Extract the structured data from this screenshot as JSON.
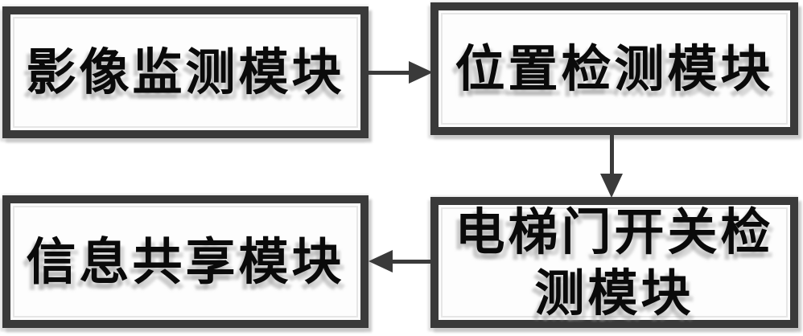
{
  "diagram": {
    "type": "block-flow-diagram",
    "background_color": "#ffffff",
    "box_border_color": "#3a3a3a",
    "text_color": "#0a0a0a",
    "shadow_color": "#c9c9c9",
    "nodes": [
      {
        "id": "image-monitoring",
        "label": "影像监测模块"
      },
      {
        "id": "position-detection",
        "label": "位置检测模块"
      },
      {
        "id": "door-switch-detection",
        "label": "电梯门开关检测模块"
      },
      {
        "id": "information-sharing",
        "label": "信息共享模块"
      }
    ],
    "edges": [
      {
        "from": "影像监测模块",
        "to": "位置检测模块",
        "direction": "right"
      },
      {
        "from": "位置检测模块",
        "to": "电梯门开关检测模块",
        "direction": "down"
      },
      {
        "from": "电梯门开关检测模块",
        "to": "信息共享模块",
        "direction": "left"
      }
    ]
  }
}
